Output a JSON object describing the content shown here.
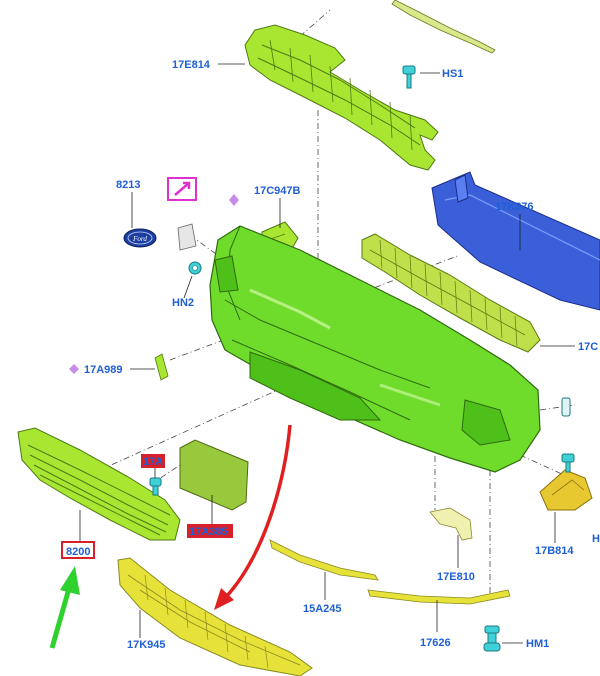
{
  "colors": {
    "label_text": "#1f5fd6",
    "part_green": "#6fdc2c",
    "part_lime": "#a8e632",
    "part_yellow": "#e6e23a",
    "part_blue": "#3a5fd8",
    "highlight_red": "#d8202a",
    "arrow_red": "#e02020",
    "arrow_green": "#2fd12f",
    "pointer_magenta": "#e030d0",
    "diamond_violet": "#c98be8"
  },
  "labels": {
    "p17E814": "17E814",
    "pHS1": "HS1",
    "p8213": "8213",
    "p17C947B": "17C947B",
    "p17K876": "17K876",
    "pHN2": "HN2",
    "p17C": "17C",
    "p17A989": "17A989",
    "p17A": "17A",
    "p17A385": "17A385",
    "p8200": "8200",
    "p17B814": "17B814",
    "pH": "H",
    "p17E810": "17E810",
    "p15A245": "15A245",
    "p17626": "17626",
    "p17K945": "17K945",
    "pHM1": "HM1"
  },
  "icons": {
    "note": "pointer-arrow-icon",
    "diamond": "diamond-marker-icon"
  }
}
